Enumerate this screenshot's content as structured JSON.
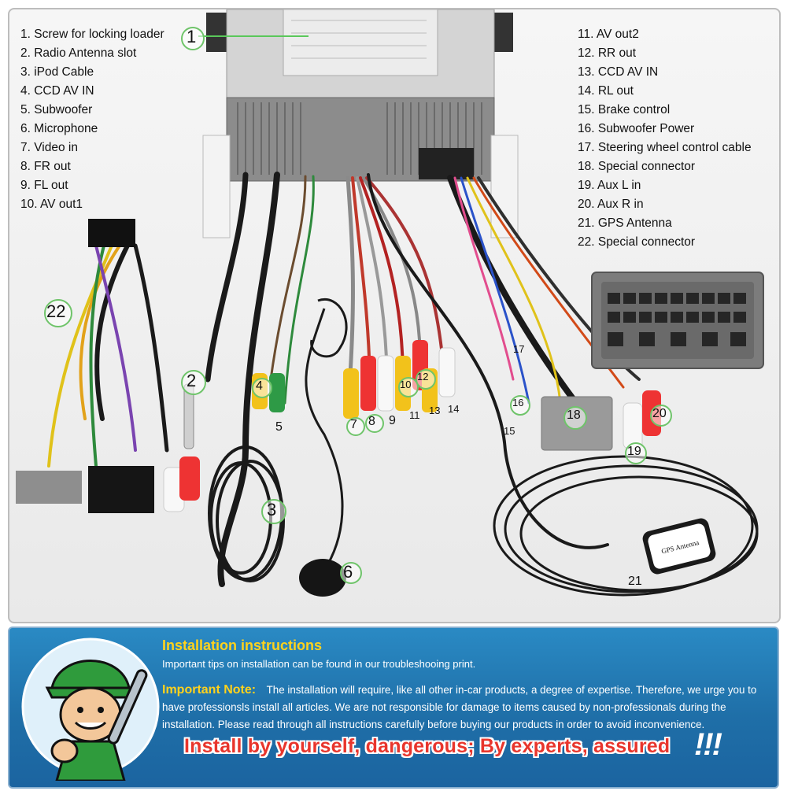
{
  "legend_left": [
    "1. Screw for locking loader",
    "2. Radio Antenna slot",
    "3. iPod Cable",
    "4. CCD AV IN",
    "5. Subwoofer",
    "6. Microphone",
    "7. Video in",
    "8. FR out",
    "9. FL out",
    "10. AV out1"
  ],
  "legend_right": [
    "11. AV out2",
    "12. RR out",
    "13. CCD AV IN",
    "14. RL out",
    "15. Brake control",
    "16. Subwoofer Power",
    "17. Steering wheel control cable",
    "18. Special connector",
    "19. Aux L in",
    "20. Aux R in",
    "21. GPS Antenna",
    "22. Special connector"
  ],
  "callouts": [
    "1",
    "2",
    "3",
    "4",
    "5",
    "6",
    "7",
    "8",
    "9",
    "10",
    "11",
    "12",
    "13",
    "14",
    "15",
    "16",
    "17",
    "18",
    "19",
    "20",
    "21",
    "22"
  ],
  "gps_label": "GPS Antenna",
  "colors": {
    "ring": "#6fc46a",
    "panel_blue": "#1f6fa8",
    "title_yellow": "#ffd21c",
    "slogan_red": "#e8352c"
  },
  "install": {
    "title": "Installation instructions",
    "tips": "Important tips on installation can be found in our troubleshooing print.",
    "note_label": "Important Note:",
    "note_text": "The installation will require, like all other in-car products, a degree of expertise. Therefore, we urge you to have professionsls install all articles. We are not responsible for damage to items caused by non-professionals during the installation. Please read through all instructions carefully before buying our products in order to avoid inconvenience.",
    "slogan": "Install by yourself, dangerous;  By experts, assured",
    "slogan_mark": "!!!"
  }
}
